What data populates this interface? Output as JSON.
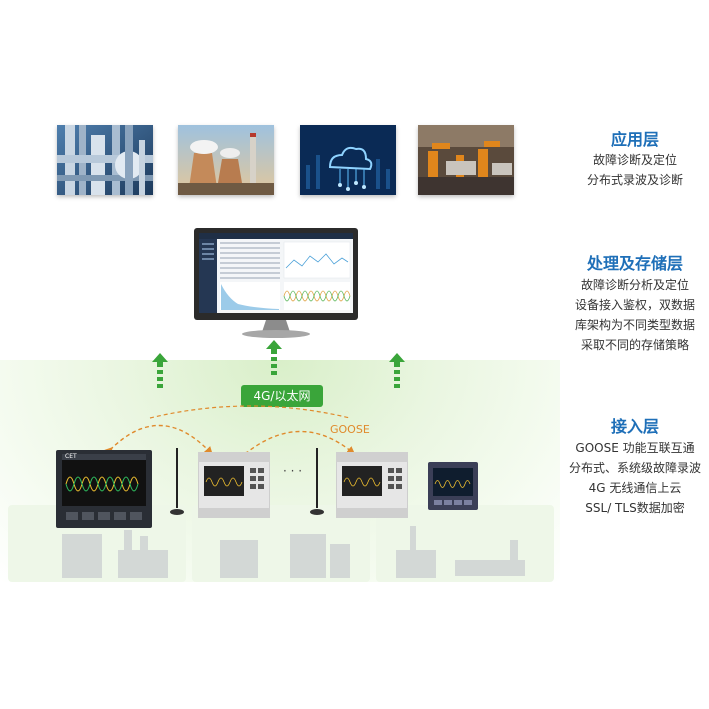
{
  "layers": {
    "application": {
      "title": "应用层",
      "lines": [
        "故障诊断及定位",
        "分布式录波及诊断"
      ]
    },
    "processing": {
      "title": "处理及存储层",
      "lines": [
        "故障诊断分析及定位",
        "设备接入鉴权，双数据",
        "库架构为不同类型数据",
        "采取不同的存储策略"
      ]
    },
    "access": {
      "title": "接入层",
      "lines": [
        "GOOSE 功能互联互通",
        "分布式、系统级故障录波",
        "4G 无线通信上云",
        "SSL/ TLS数据加密"
      ]
    }
  },
  "network": {
    "badge": "4G/以太网",
    "goose": "GOOSE",
    "ellipsis": "· · ·"
  },
  "device": {
    "brand": "CET"
  },
  "colors": {
    "accent_blue": "#1e6fb8",
    "green": "#3aa53a",
    "goose_orange": "#e08a2c"
  },
  "thumbnails": [
    "industrial-pipes",
    "power-plant-cooling-towers",
    "cloud-computing",
    "robotic-assembly-line"
  ]
}
